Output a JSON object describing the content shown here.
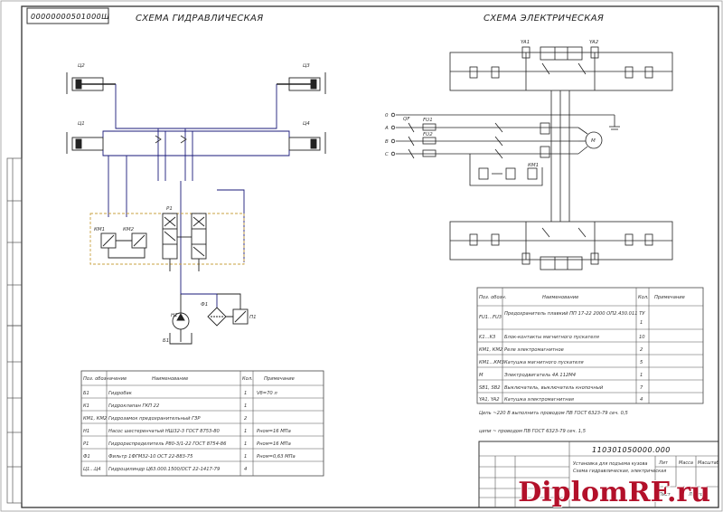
{
  "frame": {
    "sheet_code_box": "00000000501000Ш",
    "title_code": "110301050000.000"
  },
  "hydraulic": {
    "title": "СХЕМА ГИДРАВЛИЧЕСКАЯ",
    "labels": {
      "c1": "Ц1",
      "c2": "Ц2",
      "c3": "Ц3",
      "c4": "Ц4",
      "km1": "КМ1",
      "km2": "КМ2",
      "r1": "Р1",
      "f1": "Ф1",
      "n1": "Н1",
      "b1": "Б1",
      "p1": "П1"
    },
    "table": {
      "headers": [
        "Поз. обозначение",
        "Наименование",
        "Кол.",
        "Примечание"
      ],
      "rows": [
        [
          "Б1",
          "Гидробак",
          "1",
          "Vб=70 л"
        ],
        [
          "К1",
          "Гидроклапан ГКП 22",
          "1",
          ""
        ],
        [
          "КМ1, КМ2",
          "Гидрозамок предохранительный ГЗР",
          "2",
          ""
        ],
        [
          "Н1",
          "Насос шестеренчатый НШ32-3 ГОСТ 8753-80",
          "1",
          "Рном=16 МПа"
        ],
        [
          "Р1",
          "Гидрораспределитель Р80-3/1-22 ГОСТ 8754-86",
          "1",
          "Рном=16 МПа"
        ],
        [
          "Ф1",
          "Фильтр 1ФГМ32-10 ОСТ 22-883-75",
          "1",
          "Рном=0,63 МПа"
        ],
        [
          "Ц1...Ц4",
          "Гидроцилиндр Ц63.000.1500/ОСТ 22-1417-79",
          "4",
          ""
        ]
      ]
    }
  },
  "electric": {
    "title": "СХЕМА ЭЛЕКТРИЧЕСКАЯ",
    "phases": [
      "0",
      "А",
      "В",
      "С"
    ],
    "labels": {
      "q1": "QF",
      "fu1": "FU1",
      "fu2": "FU2",
      "km": "КМ1",
      "ya1": "YA1",
      "ya2": "YA2",
      "m1": "М"
    },
    "table": {
      "headers": [
        "Поз. обозн.",
        "Наименование",
        "Кол.",
        "Примечание"
      ],
      "rows": [
        [
          "FU1...FU3",
          "Предохранитель плавкий ПП 17-22 2000 ОП2.430.011 ТУ",
          "1",
          ""
        ],
        [
          "K1...K3",
          "Блок-контакты магнитного пускателя",
          "10",
          ""
        ],
        [
          "КМ1, КМ2",
          "Реле электромагнитное",
          "2",
          ""
        ],
        [
          "КМ1...КМ3",
          "Катушка магнитного пускателя",
          "5",
          ""
        ],
        [
          "М",
          "Электродвигатель 4А 112М4",
          "1",
          ""
        ],
        [
          "SB1, SB2",
          "Выключатель, выключатель кнопочный",
          "7",
          ""
        ],
        [
          "YA1, YA2",
          "Катушка электромагнитная",
          "4",
          ""
        ]
      ],
      "notes": [
        "Цепь ~220 В выполнить проводом ПВ ГОСТ 6323-79 сеч. 0,5",
        "цепи ~ проводом ПВ ГОСТ 6323-79 сеч. 1,5"
      ]
    }
  },
  "title_block": {
    "document_title": "Установка для подъема кузова",
    "subtitle": "Схема гидравлическая, электрическая",
    "sheet_label": "Лит",
    "mass_label": "Масса",
    "scale_label": "Масштаб",
    "sheet_num": "Лист",
    "sheets_label": "Листов"
  },
  "watermark": "DiplomRF.ru"
}
